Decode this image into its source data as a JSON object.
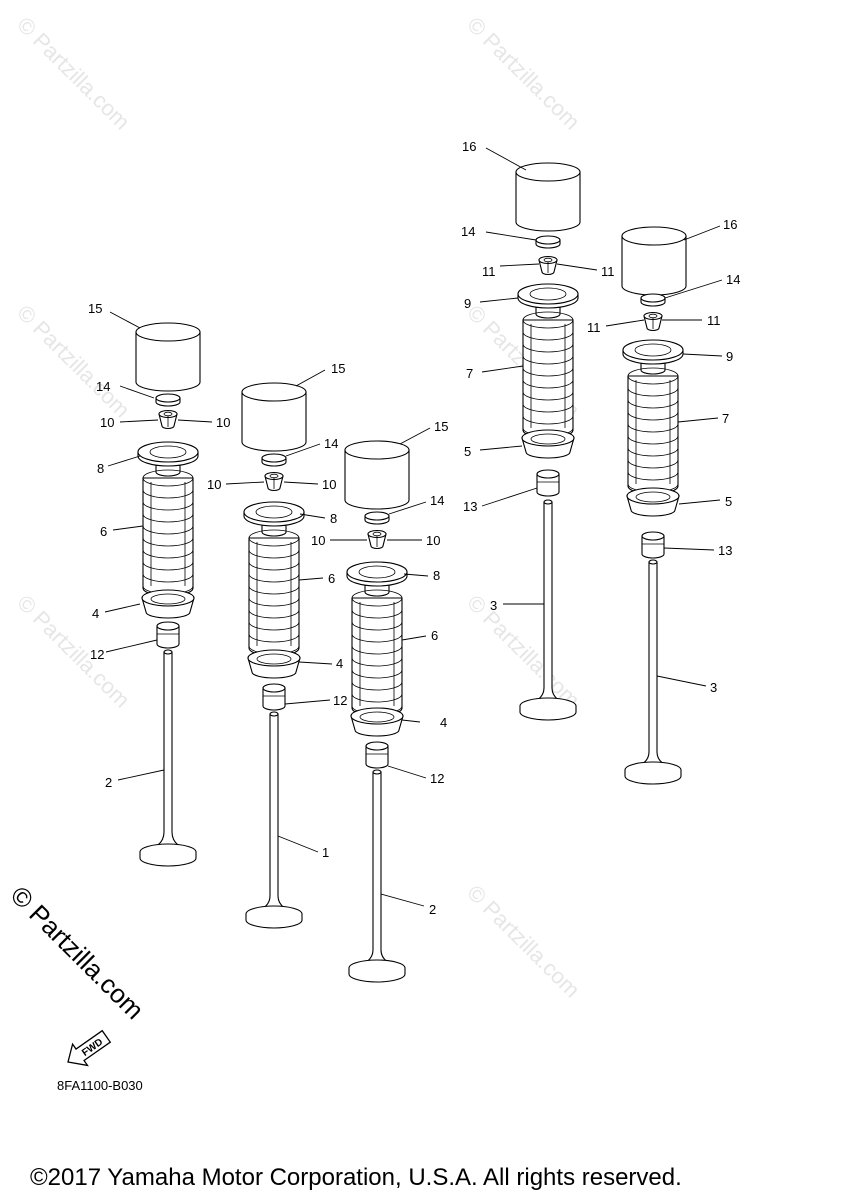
{
  "diagram": {
    "drawing_code": "8FA1100-B030",
    "copyright": "©2017 Yamaha Motor Corporation, U.S.A. All rights reserved.",
    "brand_watermark": "© Partzilla.com",
    "forward_arrow_label": "FWD"
  },
  "callouts": [
    {
      "id": "c15a",
      "label": "15"
    },
    {
      "id": "c14a",
      "label": "14"
    },
    {
      "id": "c10a",
      "label": "10"
    },
    {
      "id": "c10b",
      "label": "10"
    },
    {
      "id": "c8a",
      "label": "8"
    },
    {
      "id": "c6a",
      "label": "6"
    },
    {
      "id": "c4a",
      "label": "4"
    },
    {
      "id": "c12a",
      "label": "12"
    },
    {
      "id": "c2a",
      "label": "2"
    },
    {
      "id": "c15b",
      "label": "15"
    },
    {
      "id": "c14b",
      "label": "14"
    },
    {
      "id": "c10c",
      "label": "10"
    },
    {
      "id": "c10d",
      "label": "10"
    },
    {
      "id": "c8b",
      "label": "8"
    },
    {
      "id": "c6b",
      "label": "6"
    },
    {
      "id": "c4b",
      "label": "4"
    },
    {
      "id": "c12b",
      "label": "12"
    },
    {
      "id": "c1",
      "label": "1"
    },
    {
      "id": "c15c",
      "label": "15"
    },
    {
      "id": "c14c",
      "label": "14"
    },
    {
      "id": "c10e",
      "label": "10"
    },
    {
      "id": "c10f",
      "label": "10"
    },
    {
      "id": "c8c",
      "label": "8"
    },
    {
      "id": "c6c",
      "label": "6"
    },
    {
      "id": "c4c",
      "label": "4"
    },
    {
      "id": "c12c",
      "label": "12"
    },
    {
      "id": "c2b",
      "label": "2"
    },
    {
      "id": "c16a",
      "label": "16"
    },
    {
      "id": "c14d",
      "label": "14"
    },
    {
      "id": "c11a",
      "label": "11"
    },
    {
      "id": "c11b",
      "label": "11"
    },
    {
      "id": "c9a",
      "label": "9"
    },
    {
      "id": "c7a",
      "label": "7"
    },
    {
      "id": "c5a",
      "label": "5"
    },
    {
      "id": "c13a",
      "label": "13"
    },
    {
      "id": "c3a",
      "label": "3"
    },
    {
      "id": "c16b",
      "label": "16"
    },
    {
      "id": "c14e",
      "label": "14"
    },
    {
      "id": "c11c",
      "label": "11"
    },
    {
      "id": "c11d",
      "label": "11"
    },
    {
      "id": "c9b",
      "label": "9"
    },
    {
      "id": "c7b",
      "label": "7"
    },
    {
      "id": "c5b",
      "label": "5"
    },
    {
      "id": "c13b",
      "label": "13"
    },
    {
      "id": "c3b",
      "label": "3"
    }
  ]
}
